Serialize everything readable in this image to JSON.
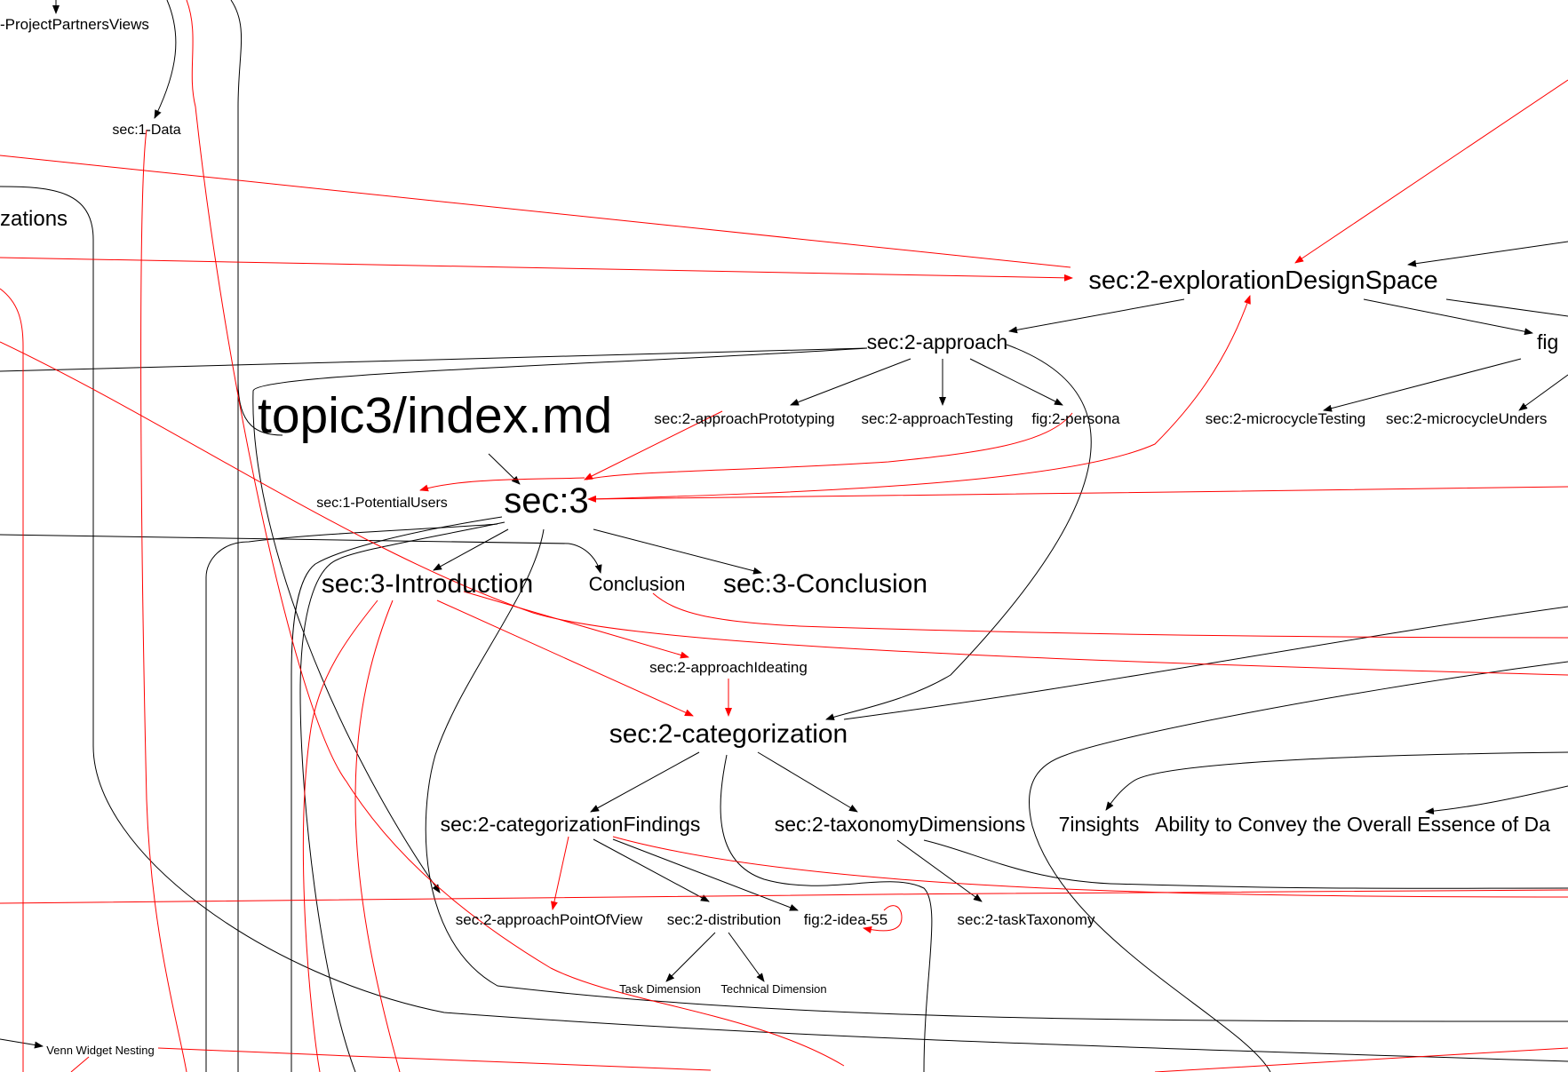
{
  "colors": {
    "background": "#ffffff",
    "edge_black": "#000000",
    "edge_red": "#ff0000",
    "text": "#000000"
  },
  "nodes": {
    "project_partners_views": "-ProjectPartnersViews",
    "sec1_data": "sec:1-Data",
    "zations": "zations",
    "exploration_design_space": "sec:2-explorationDesignSpace",
    "approach": "sec:2-approach",
    "fig_partial": "fig",
    "topic3_index": "topic3/index.md",
    "approach_prototyping": "sec:2-approachPrototyping",
    "approach_testing": "sec:2-approachTesting",
    "fig2_persona": "fig:2-persona",
    "microcycle_testing": "sec:2-microcycleTesting",
    "microcycle_unders": "sec:2-microcycleUnders",
    "sec1_potential_users": "sec:1-PotentialUsers",
    "sec3": "sec:3",
    "sec3_introduction": "sec:3-Introduction",
    "conclusion": "Conclusion",
    "sec3_conclusion": "sec:3-Conclusion",
    "approach_ideating": "sec:2-approachIdeating",
    "categorization": "sec:2-categorization",
    "categorization_findings": "sec:2-categorizationFindings",
    "taxonomy_dimensions": "sec:2-taxonomyDimensions",
    "seven_insights": "7insights",
    "ability_convey": "Ability to Convey the Overall Essence of Da",
    "approach_point_of_view": "sec:2-approachPointOfView",
    "distribution": "sec:2-distribution",
    "fig2_idea55": "fig:2-idea-55",
    "task_taxonomy": "sec:2-taskTaxonomy",
    "task_dimension": "Task Dimension",
    "technical_dimension": "Technical Dimension",
    "venn_widget_nesting": "Venn Widget Nesting"
  }
}
